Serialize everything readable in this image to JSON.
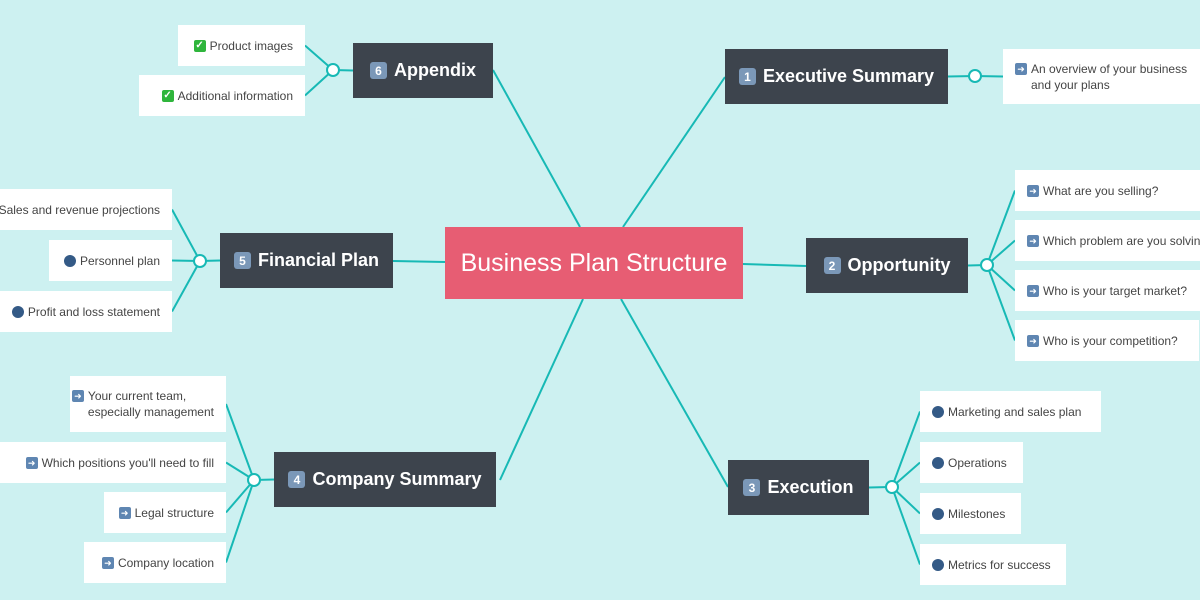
{
  "center": {
    "title": "Business Plan Structure"
  },
  "colors": {
    "background": "#cdf1f1",
    "center": "#e75d73",
    "topic": "#3d444d",
    "connector": "#17b9b5",
    "dot": "#345a86"
  },
  "topics": [
    {
      "number": "1",
      "label": "Executive Summary",
      "leaves": [
        {
          "icon": "arrow-right-icon",
          "text": "An overview of your business\nand your plans"
        }
      ]
    },
    {
      "number": "2",
      "label": "Opportunity",
      "leaves": [
        {
          "icon": "arrow-right-icon",
          "text": "What are you selling?"
        },
        {
          "icon": "arrow-right-icon",
          "text": "Which problem are you solving?"
        },
        {
          "icon": "arrow-right-icon",
          "text": "Who is your target market?"
        },
        {
          "icon": "arrow-right-icon",
          "text": "Who is your competition?"
        }
      ]
    },
    {
      "number": "3",
      "label": "Execution",
      "leaves": [
        {
          "icon": "dot-icon",
          "text": "Marketing and sales plan"
        },
        {
          "icon": "dot-icon",
          "text": "Operations"
        },
        {
          "icon": "dot-icon",
          "text": "Milestones"
        },
        {
          "icon": "dot-icon",
          "text": "Metrics for success"
        }
      ]
    },
    {
      "number": "4",
      "label": "Company Summary",
      "leaves": [
        {
          "icon": "arrow-right-icon",
          "text": "Your current team,\nespecially management"
        },
        {
          "icon": "arrow-right-icon",
          "text": "Which positions you'll need to fill"
        },
        {
          "icon": "arrow-right-icon",
          "text": "Legal structure"
        },
        {
          "icon": "arrow-right-icon",
          "text": "Company location"
        }
      ]
    },
    {
      "number": "5",
      "label": "Financial Plan",
      "leaves": [
        {
          "icon": "dot-icon",
          "text": "Sales and revenue projections"
        },
        {
          "icon": "dot-icon",
          "text": "Personnel plan"
        },
        {
          "icon": "dot-icon",
          "text": "Profit and loss statement"
        }
      ]
    },
    {
      "number": "6",
      "label": "Appendix",
      "leaves": [
        {
          "icon": "checkmark-icon",
          "text": "Product images"
        },
        {
          "icon": "checkmark-icon",
          "text": "Additional information"
        }
      ]
    }
  ]
}
